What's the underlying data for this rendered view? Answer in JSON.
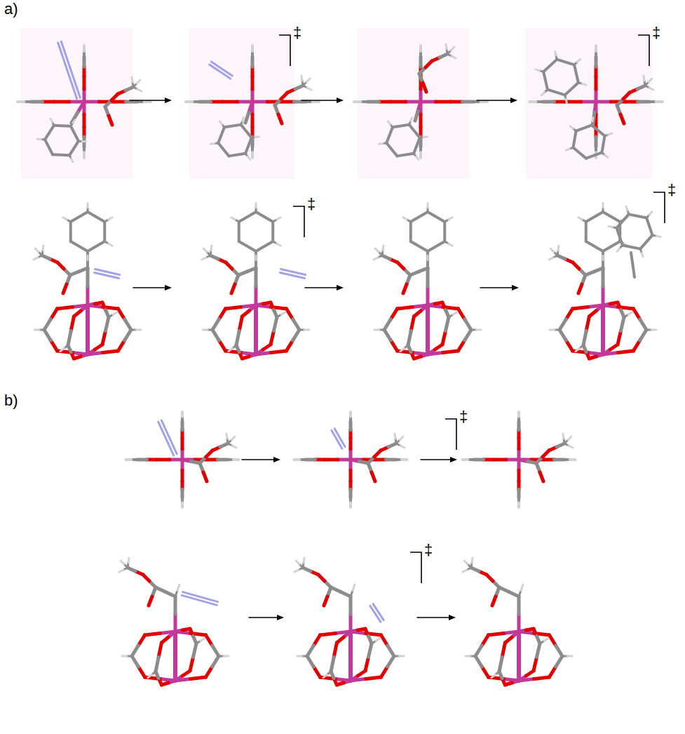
{
  "diagram": {
    "labels": [
      "a)",
      "‡",
      "‡",
      "‡",
      "‡",
      "b)",
      "‡",
      "‡"
    ]
  }
}
